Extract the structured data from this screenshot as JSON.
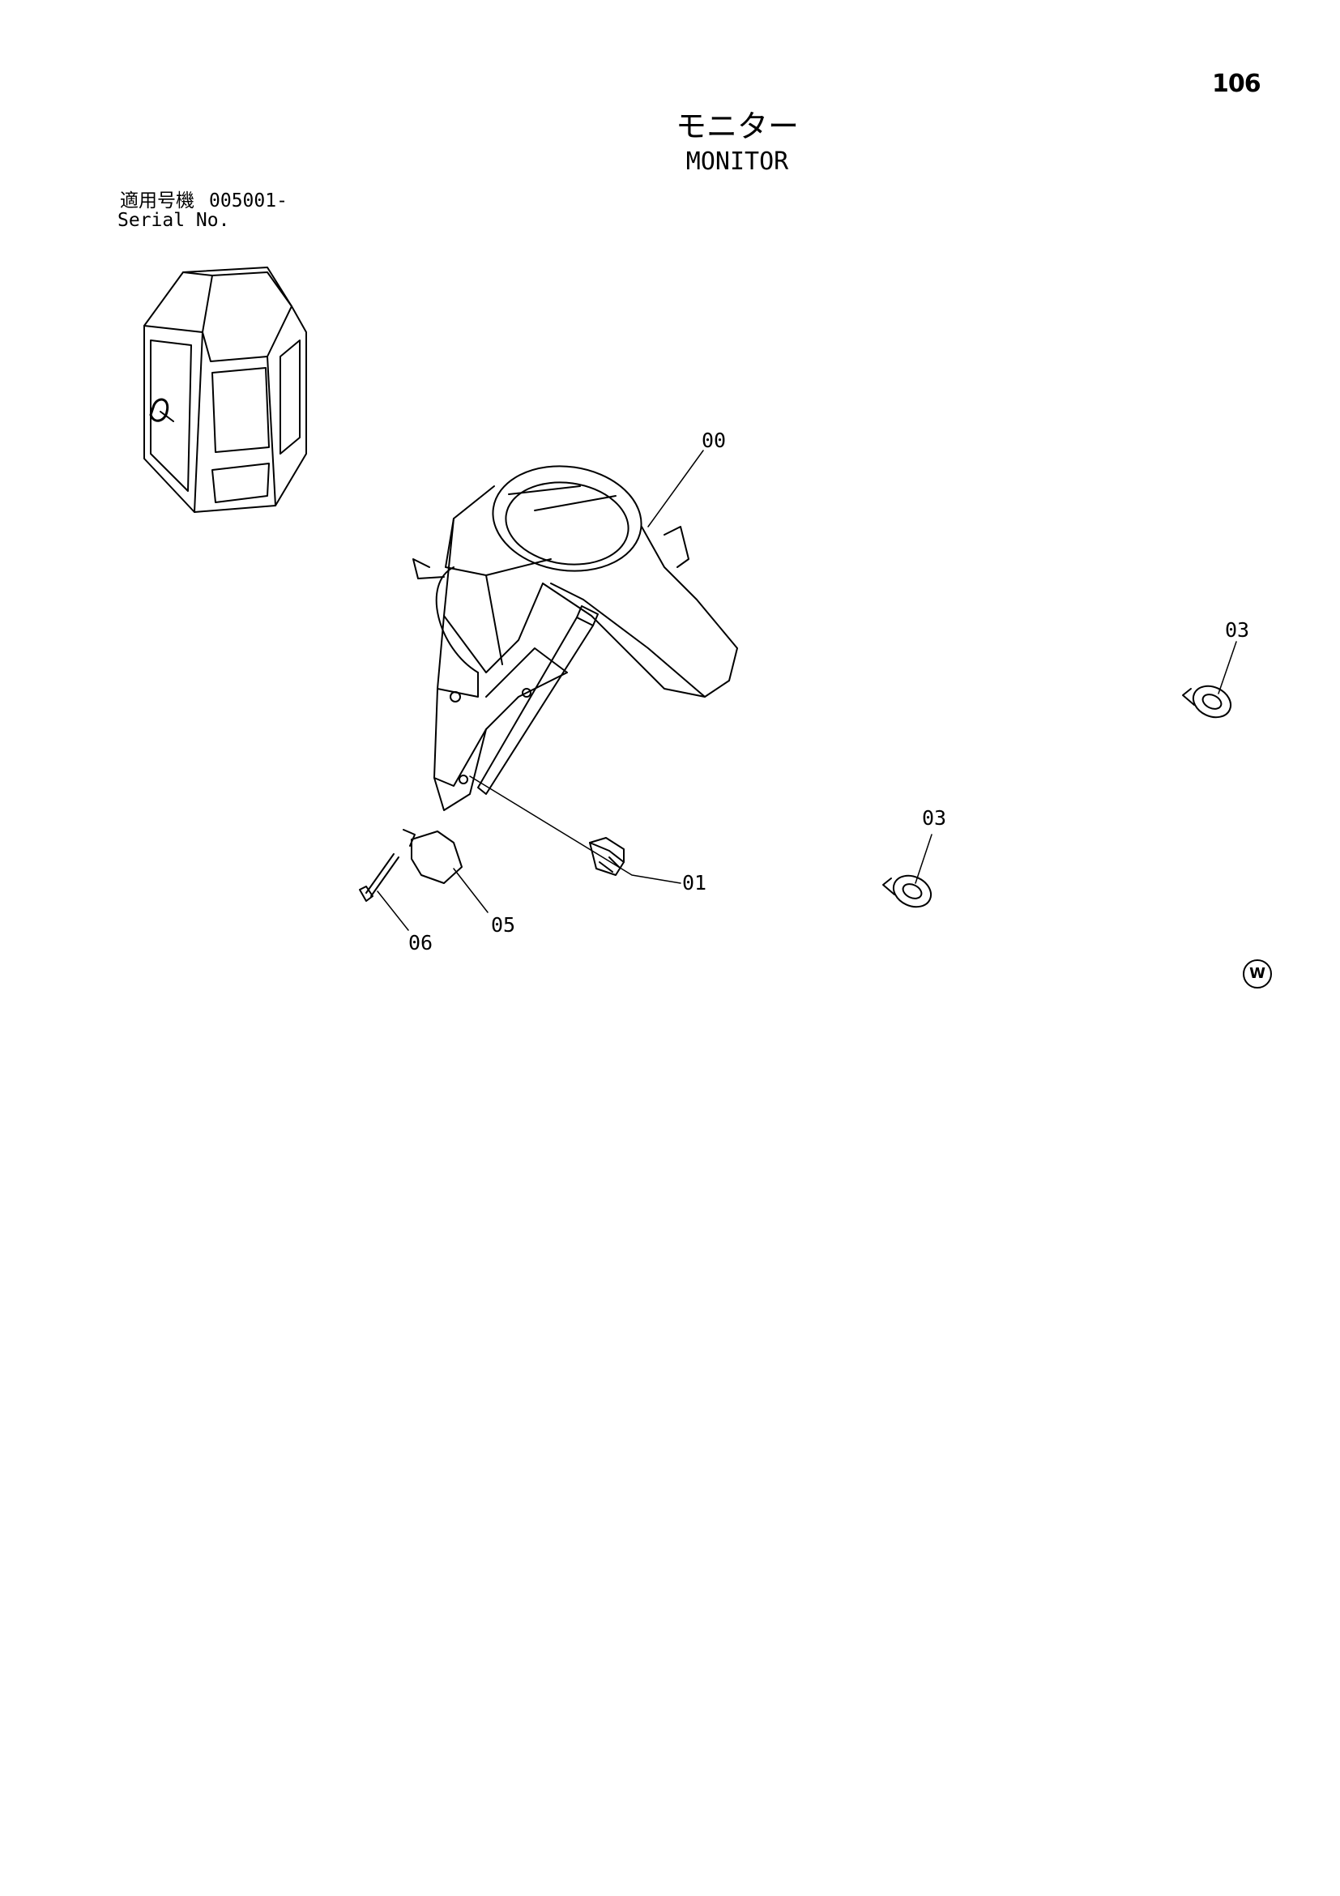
{
  "page": {
    "number": "106",
    "title_jp": "モニター",
    "title_en": "MONITOR",
    "serial_label_jp": "適用号機",
    "serial_label_en": "Serial No.",
    "serial_value": "005001-"
  },
  "callouts": {
    "c00": "00",
    "c01": "01",
    "c03a": "03",
    "c03b": "03",
    "c05": "05",
    "c06": "06"
  },
  "watermark": "W"
}
